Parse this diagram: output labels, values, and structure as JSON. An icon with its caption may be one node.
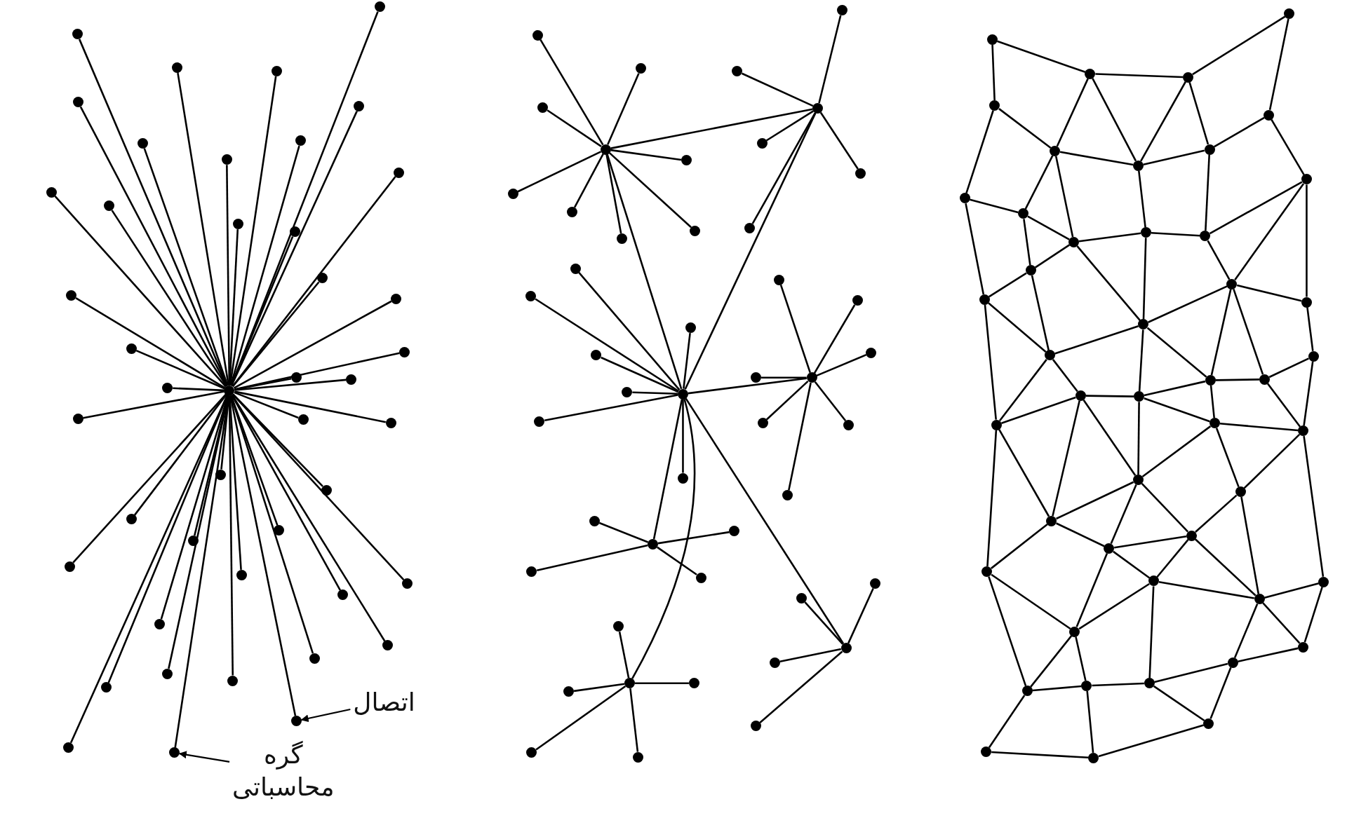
{
  "diagram": {
    "nodes": [
      {
        "text": [],
        "shape": "circle"
      },
      {
        "text": [],
        "shape": "circle"
      },
      {
        "text": [],
        "shape": "circle"
      },
      {
        "text": [],
        "shape": "circle"
      },
      {
        "text": [],
        "shape": "circle"
      },
      {
        "text": [],
        "shape": "circle"
      },
      {
        "text": [],
        "shape": "circle"
      },
      {
        "text": [],
        "shape": "circle"
      },
      {
        "text": [],
        "shape": "circle"
      },
      {
        "text": [],
        "shape": "circle"
      },
      {
        "text": [],
        "shape": "circle"
      },
      {
        "text": [],
        "shape": "circle"
      },
      {
        "text": [],
        "shape": "circle"
      },
      {
        "text": [],
        "shape": "circle"
      },
      {
        "text": [],
        "shape": "circle"
      },
      {
        "text": [],
        "shape": "circle"
      },
      {
        "text": [],
        "shape": "circle"
      },
      {
        "text": [],
        "shape": "circle"
      },
      {
        "text": [],
        "shape": "circle"
      },
      {
        "text": [],
        "shape": "circle"
      },
      {
        "text": [],
        "shape": "circle"
      },
      {
        "text": [],
        "shape": "circle"
      },
      {
        "text": [],
        "shape": "circle"
      },
      {
        "text": [],
        "shape": "circle"
      },
      {
        "text": [],
        "shape": "circle"
      },
      {
        "text": [],
        "shape": "circle"
      },
      {
        "text": [],
        "shape": "circle"
      },
      {
        "text": [],
        "shape": "circle"
      },
      {
        "text": [],
        "shape": "circle"
      },
      {
        "text": [],
        "shape": "circle"
      },
      {
        "text": [],
        "shape": "circle"
      },
      {
        "text": [],
        "shape": "circle"
      },
      {
        "text": [],
        "shape": "circle"
      },
      {
        "text": [],
        "shape": "circle"
      },
      {
        "text": [],
        "shape": "circle"
      },
      {
        "text": [],
        "shape": "circle"
      },
      {
        "text": [],
        "shape": "circle"
      },
      {
        "text": [],
        "shape": "circle"
      },
      {
        "text": [],
        "shape": "circle"
      },
      {
        "text": [],
        "shape": "circle"
      },
      {
        "text": [],
        "shape": "circle"
      },
      {
        "text": [],
        "shape": "circle"
      },
      {
        "text": [],
        "shape": "circle"
      },
      {
        "text": [],
        "shape": "circle"
      },
      {
        "text": [],
        "shape": "circle"
      },
      {
        "text": [],
        "shape": "circle"
      },
      {
        "text": [],
        "shape": "circle"
      },
      {
        "text": [],
        "shape": "circle"
      },
      {
        "text": [],
        "shape": "circle"
      },
      {
        "text": [],
        "shape": "circle"
      },
      {
        "text": [],
        "shape": "circle"
      },
      {
        "text": [],
        "shape": "circle"
      },
      {
        "text": [],
        "shape": "circle"
      },
      {
        "text": [],
        "shape": "circle"
      },
      {
        "text": [],
        "shape": "circle"
      },
      {
        "text": [],
        "shape": "circle"
      },
      {
        "text": [],
        "shape": "circle"
      },
      {
        "text": [],
        "shape": "circle"
      },
      {
        "text": [],
        "shape": "circle"
      },
      {
        "text": [],
        "shape": "circle"
      },
      {
        "text": [],
        "shape": "circle"
      },
      {
        "text": [],
        "shape": "circle"
      },
      {
        "text": [],
        "shape": "circle"
      },
      {
        "text": [],
        "shape": "circle"
      },
      {
        "text": [],
        "shape": "circle"
      },
      {
        "text": [],
        "shape": "circle"
      },
      {
        "text": [],
        "shape": "circle"
      },
      {
        "text": [],
        "shape": "circle"
      },
      {
        "text": [],
        "shape": "circle"
      },
      {
        "text": [],
        "shape": "circle"
      },
      {
        "text": [],
        "shape": "circle"
      },
      {
        "text": [],
        "shape": "circle"
      },
      {
        "text": [],
        "shape": "circle"
      },
      {
        "text": [],
        "shape": "circle"
      },
      {
        "text": [],
        "shape": "circle"
      },
      {
        "text": [],
        "shape": "circle"
      },
      {
        "text": [],
        "shape": "circle"
      },
      {
        "text": [],
        "shape": "circle"
      },
      {
        "text": [],
        "shape": "circle"
      },
      {
        "text": [],
        "shape": "circle"
      },
      {
        "text": [],
        "shape": "circle"
      },
      {
        "text": [],
        "shape": "circle"
      },
      {
        "text": [],
        "shape": "circle"
      },
      {
        "text": [],
        "shape": "circle"
      },
      {
        "text": [],
        "shape": "circle"
      },
      {
        "text": [],
        "shape": "circle"
      },
      {
        "text": [],
        "shape": "circle"
      },
      {
        "text": [],
        "shape": "circle"
      },
      {
        "text": [],
        "shape": "circle"
      },
      {
        "text": [],
        "shape": "circle"
      },
      {
        "text": [],
        "shape": "circle"
      },
      {
        "text": [],
        "shape": "circle"
      },
      {
        "text": [],
        "shape": "circle"
      },
      {
        "text": [],
        "shape": "circle"
      },
      {
        "text": [],
        "shape": "circle"
      },
      {
        "text": [],
        "shape": "circle"
      },
      {
        "text": [],
        "shape": "circle"
      },
      {
        "text": [],
        "shape": "circle"
      },
      {
        "text": [],
        "shape": "circle"
      },
      {
        "text": [],
        "shape": "circle"
      },
      {
        "text": [],
        "shape": "circle"
      },
      {
        "text": [],
        "shape": "circle"
      },
      {
        "text": [],
        "shape": "circle"
      },
      {
        "text": [],
        "shape": "circle"
      },
      {
        "text": [],
        "shape": "circle"
      },
      {
        "text": [],
        "shape": "circle"
      },
      {
        "text": [],
        "shape": "circle"
      },
      {
        "text": [],
        "shape": "circle"
      },
      {
        "text": [],
        "shape": "circle"
      },
      {
        "text": [],
        "shape": "circle"
      },
      {
        "text": [],
        "shape": "circle"
      },
      {
        "text": [],
        "shape": "circle"
      },
      {
        "text": [],
        "shape": "circle"
      },
      {
        "text": [],
        "shape": "circle"
      },
      {
        "text": [],
        "shape": "circle"
      },
      {
        "text": [],
        "shape": "circle"
      },
      {
        "text": [],
        "shape": "circle"
      },
      {
        "text": [],
        "shape": "circle"
      },
      {
        "text": [],
        "shape": "circle"
      },
      {
        "text": [],
        "shape": "circle"
      },
      {
        "text": [],
        "shape": "circle"
      },
      {
        "text": [],
        "shape": "circle"
      },
      {
        "text": [],
        "shape": "circle"
      },
      {
        "text": [],
        "shape": "circle"
      },
      {
        "text": [],
        "shape": "circle"
      },
      {
        "text": [],
        "shape": "circle"
      },
      {
        "text": [],
        "shape": "circle"
      },
      {
        "text": [],
        "shape": "circle"
      },
      {
        "text": [],
        "shape": "circle"
      },
      {
        "text": [],
        "shape": "circle"
      },
      {
        "text": [],
        "shape": "circle"
      },
      {
        "text": [],
        "shape": "circle"
      },
      {
        "text": [],
        "shape": "circle"
      },
      {
        "text": [],
        "shape": "circle"
      },
      {
        "text": [],
        "shape": "circle"
      },
      {
        "text": [],
        "shape": "circle"
      },
      {
        "text": [],
        "shape": "circle"
      },
      {
        "text": [],
        "shape": "circle"
      },
      {
        "text": [
          "اتصال"
        ]
      },
      {
        "text": [
          "گره محاسباتی"
        ]
      }
    ],
    "edges": [
      {
        "from": 0,
        "to": 1,
        "arrow": "none"
      },
      {
        "from": 0,
        "to": 2,
        "arrow": "none"
      },
      {
        "from": 0,
        "to": 3,
        "arrow": "none"
      },
      {
        "from": 0,
        "to": 4,
        "arrow": "none"
      },
      {
        "from": 0,
        "to": 5,
        "arrow": "none"
      },
      {
        "from": 0,
        "to": 6,
        "arrow": "none"
      },
      {
        "from": 0,
        "to": 7,
        "arrow": "none"
      },
      {
        "from": 0,
        "to": 8,
        "arrow": "none"
      },
      {
        "from": 0,
        "to": 9,
        "arrow": "none"
      },
      {
        "from": 0,
        "to": 10,
        "arrow": "none"
      },
      {
        "from": 0,
        "to": 11,
        "arrow": "none"
      },
      {
        "from": 0,
        "to": 12,
        "arrow": "none"
      },
      {
        "from": 0,
        "to": 13,
        "arrow": "none"
      },
      {
        "from": 0,
        "to": 14,
        "arrow": "none"
      },
      {
        "from": 0,
        "to": 15,
        "arrow": "none"
      },
      {
        "from": 0,
        "to": 16,
        "arrow": "none"
      },
      {
        "from": 0,
        "to": 17,
        "arrow": "none"
      },
      {
        "from": 0,
        "to": 18,
        "arrow": "none"
      },
      {
        "from": 0,
        "to": 19,
        "arrow": "none"
      },
      {
        "from": 0,
        "to": 20,
        "arrow": "none"
      },
      {
        "from": 0,
        "to": 21,
        "arrow": "none"
      },
      {
        "from": 0,
        "to": 22,
        "arrow": "none"
      },
      {
        "from": 0,
        "to": 23,
        "arrow": "none"
      },
      {
        "from": 0,
        "to": 24,
        "arrow": "none"
      },
      {
        "from": 0,
        "to": 25,
        "arrow": "none"
      },
      {
        "from": 0,
        "to": 26,
        "arrow": "none"
      },
      {
        "from": 0,
        "to": 27,
        "arrow": "none"
      },
      {
        "from": 0,
        "to": 28,
        "arrow": "none"
      },
      {
        "from": 0,
        "to": 29,
        "arrow": "none"
      },
      {
        "from": 0,
        "to": 30,
        "arrow": "none"
      },
      {
        "from": 0,
        "to": 31,
        "arrow": "none"
      },
      {
        "from": 0,
        "to": 32,
        "arrow": "none"
      },
      {
        "from": 0,
        "to": 33,
        "arrow": "none"
      },
      {
        "from": 0,
        "to": 34,
        "arrow": "none"
      },
      {
        "from": 0,
        "to": 35,
        "arrow": "none"
      },
      {
        "from": 0,
        "to": 36,
        "arrow": "none"
      },
      {
        "from": 0,
        "to": 37,
        "arrow": "none"
      },
      {
        "from": 0,
        "to": 38,
        "arrow": "none"
      },
      {
        "from": 0,
        "to": 39,
        "arrow": "none"
      },
      {
        "from": 0,
        "to": 40,
        "arrow": "none"
      },
      {
        "from": 0,
        "to": 41,
        "arrow": "none"
      },
      {
        "from": 0,
        "to": 42,
        "arrow": "none"
      },
      {
        "from": 0,
        "to": 43,
        "arrow": "none"
      },
      {
        "from": 44,
        "to": 45,
        "arrow": "none"
      },
      {
        "from": 44,
        "to": 46,
        "arrow": "none"
      },
      {
        "from": 45,
        "to": 46,
        "arrow": "none"
      },
      {
        "from": 46,
        "to": 47,
        "arrow": "none"
      },
      {
        "from": 46,
        "to": 48,
        "arrow": "none"
      },
      {
        "from": 46,
        "to": 49,
        "arrow": "none"
      },
      {
        "from": 46,
        "to": 50,
        "arrow": "none"
      },
      {
        "from": 44,
        "to": 51,
        "arrow": "none"
      },
      {
        "from": 44,
        "to": 52,
        "arrow": "none"
      },
      {
        "from": 44,
        "to": 53,
        "arrow": "none"
      },
      {
        "from": 44,
        "to": 54,
        "arrow": "none"
      },
      {
        "from": 44,
        "to": 55,
        "arrow": "none"
      },
      {
        "from": 44,
        "to": 56,
        "arrow": "none"
      },
      {
        "from": 44,
        "to": 57,
        "arrow": "none"
      },
      {
        "from": 44,
        "to": 58,
        "arrow": "none"
      },
      {
        "from": 45,
        "to": 59,
        "arrow": "none"
      },
      {
        "from": 45,
        "to": 60,
        "arrow": "none"
      },
      {
        "from": 45,
        "to": 61,
        "arrow": "none"
      },
      {
        "from": 45,
        "to": 62,
        "arrow": "none"
      },
      {
        "from": 45,
        "to": 63,
        "arrow": "none"
      },
      {
        "from": 46,
        "to": 64,
        "arrow": "none"
      },
      {
        "from": 46,
        "to": 65,
        "arrow": "none"
      },
      {
        "from": 46,
        "to": 66,
        "arrow": "none"
      },
      {
        "from": 46,
        "to": 67,
        "arrow": "none"
      },
      {
        "from": 46,
        "to": 68,
        "arrow": "none"
      },
      {
        "from": 46,
        "to": 69,
        "arrow": "none"
      },
      {
        "from": 46,
        "to": 70,
        "arrow": "none"
      },
      {
        "from": 47,
        "to": 71,
        "arrow": "none"
      },
      {
        "from": 47,
        "to": 72,
        "arrow": "none"
      },
      {
        "from": 47,
        "to": 73,
        "arrow": "none"
      },
      {
        "from": 47,
        "to": 74,
        "arrow": "none"
      },
      {
        "from": 47,
        "to": 75,
        "arrow": "none"
      },
      {
        "from": 47,
        "to": 76,
        "arrow": "none"
      },
      {
        "from": 47,
        "to": 77,
        "arrow": "none"
      },
      {
        "from": 48,
        "to": 78,
        "arrow": "none"
      },
      {
        "from": 48,
        "to": 79,
        "arrow": "none"
      },
      {
        "from": 48,
        "to": 80,
        "arrow": "none"
      },
      {
        "from": 48,
        "to": 81,
        "arrow": "none"
      },
      {
        "from": 49,
        "to": 82,
        "arrow": "none"
      },
      {
        "from": 49,
        "to": 83,
        "arrow": "none"
      },
      {
        "from": 49,
        "to": 84,
        "arrow": "none"
      },
      {
        "from": 49,
        "to": 85,
        "arrow": "none"
      },
      {
        "from": 49,
        "to": 86,
        "arrow": "none"
      },
      {
        "from": 50,
        "to": 87,
        "arrow": "none"
      },
      {
        "from": 50,
        "to": 88,
        "arrow": "none"
      },
      {
        "from": 50,
        "to": 89,
        "arrow": "none"
      },
      {
        "from": 50,
        "to": 90,
        "arrow": "none"
      },
      {
        "from": 91,
        "to": 92,
        "arrow": "none"
      },
      {
        "from": 91,
        "to": 95,
        "arrow": "none"
      },
      {
        "from": 92,
        "to": 93,
        "arrow": "none"
      },
      {
        "from": 93,
        "to": 94,
        "arrow": "none"
      },
      {
        "from": 94,
        "to": 96,
        "arrow": "none"
      },
      {
        "from": 92,
        "to": 97,
        "arrow": "none"
      },
      {
        "from": 92,
        "to": 98,
        "arrow": "none"
      },
      {
        "from": 93,
        "to": 98,
        "arrow": "none"
      },
      {
        "from": 93,
        "to": 99,
        "arrow": "none"
      },
      {
        "from": 95,
        "to": 97,
        "arrow": "none"
      },
      {
        "from": 95,
        "to": 101,
        "arrow": "none"
      },
      {
        "from": 96,
        "to": 99,
        "arrow": "none"
      },
      {
        "from": 96,
        "to": 100,
        "arrow": "none"
      },
      {
        "from": 97,
        "to": 98,
        "arrow": "none"
      },
      {
        "from": 98,
        "to": 99,
        "arrow": "none"
      },
      {
        "from": 97,
        "to": 102,
        "arrow": "none"
      },
      {
        "from": 97,
        "to": 103,
        "arrow": "none"
      },
      {
        "from": 98,
        "to": 104,
        "arrow": "none"
      },
      {
        "from": 99,
        "to": 105,
        "arrow": "none"
      },
      {
        "from": 104,
        "to": 105,
        "arrow": "none"
      },
      {
        "from": 103,
        "to": 104,
        "arrow": "none"
      },
      {
        "from": 105,
        "to": 100,
        "arrow": "none"
      },
      {
        "from": 100,
        "to": 107,
        "arrow": "none"
      },
      {
        "from": 100,
        "to": 108,
        "arrow": "none"
      },
      {
        "from": 101,
        "to": 102,
        "arrow": "none"
      },
      {
        "from": 101,
        "to": 109,
        "arrow": "none"
      },
      {
        "from": 102,
        "to": 103,
        "arrow": "none"
      },
      {
        "from": 102,
        "to": 106,
        "arrow": "none"
      },
      {
        "from": 103,
        "to": 106,
        "arrow": "none"
      },
      {
        "from": 103,
        "to": 110,
        "arrow": "none"
      },
      {
        "from": 104,
        "to": 110,
        "arrow": "none"
      },
      {
        "from": 105,
        "to": 107,
        "arrow": "none"
      },
      {
        "from": 106,
        "to": 109,
        "arrow": "none"
      },
      {
        "from": 106,
        "to": 111,
        "arrow": "none"
      },
      {
        "from": 107,
        "to": 110,
        "arrow": "none"
      },
      {
        "from": 107,
        "to": 108,
        "arrow": "none"
      },
      {
        "from": 107,
        "to": 115,
        "arrow": "none"
      },
      {
        "from": 107,
        "to": 116,
        "arrow": "none"
      },
      {
        "from": 108,
        "to": 112,
        "arrow": "none"
      },
      {
        "from": 109,
        "to": 111,
        "arrow": "none"
      },
      {
        "from": 109,
        "to": 117,
        "arrow": "none"
      },
      {
        "from": 110,
        "to": 111,
        "arrow": "none"
      },
      {
        "from": 110,
        "to": 114,
        "arrow": "none"
      },
      {
        "from": 110,
        "to": 115,
        "arrow": "none"
      },
      {
        "from": 111,
        "to": 113,
        "arrow": "none"
      },
      {
        "from": 111,
        "to": 117,
        "arrow": "none"
      },
      {
        "from": 113,
        "to": 114,
        "arrow": "none"
      },
      {
        "from": 113,
        "to": 117,
        "arrow": "none"
      },
      {
        "from": 114,
        "to": 115,
        "arrow": "none"
      },
      {
        "from": 114,
        "to": 120,
        "arrow": "none"
      },
      {
        "from": 115,
        "to": 116,
        "arrow": "none"
      },
      {
        "from": 112,
        "to": 116,
        "arrow": "none"
      },
      {
        "from": 112,
        "to": 119,
        "arrow": "none"
      },
      {
        "from": 115,
        "to": 118,
        "arrow": "none"
      },
      {
        "from": 116,
        "to": 119,
        "arrow": "none"
      },
      {
        "from": 114,
        "to": 118,
        "arrow": "none"
      },
      {
        "from": 118,
        "to": 119,
        "arrow": "none"
      },
      {
        "from": 118,
        "to": 120,
        "arrow": "none"
      },
      {
        "from": 118,
        "to": 121,
        "arrow": "none"
      },
      {
        "from": 119,
        "to": 121,
        "arrow": "none"
      },
      {
        "from": 119,
        "to": 128,
        "arrow": "none"
      },
      {
        "from": 113,
        "to": 122,
        "arrow": "none"
      },
      {
        "from": 113,
        "to": 120,
        "arrow": "none"
      },
      {
        "from": 117,
        "to": 122,
        "arrow": "none"
      },
      {
        "from": 117,
        "to": 125,
        "arrow": "none"
      },
      {
        "from": 120,
        "to": 122,
        "arrow": "none"
      },
      {
        "from": 120,
        "to": 123,
        "arrow": "none"
      },
      {
        "from": 120,
        "to": 124,
        "arrow": "none"
      },
      {
        "from": 121,
        "to": 123,
        "arrow": "none"
      },
      {
        "from": 121,
        "to": 127,
        "arrow": "none"
      },
      {
        "from": 122,
        "to": 124,
        "arrow": "none"
      },
      {
        "from": 122,
        "to": 125,
        "arrow": "none"
      },
      {
        "from": 123,
        "to": 124,
        "arrow": "none"
      },
      {
        "from": 123,
        "to": 126,
        "arrow": "none"
      },
      {
        "from": 123,
        "to": 127,
        "arrow": "none"
      },
      {
        "from": 124,
        "to": 126,
        "arrow": "none"
      },
      {
        "from": 124,
        "to": 129,
        "arrow": "none"
      },
      {
        "from": 126,
        "to": 129,
        "arrow": "none"
      },
      {
        "from": 126,
        "to": 127,
        "arrow": "none"
      },
      {
        "from": 126,
        "to": 134,
        "arrow": "none"
      },
      {
        "from": 127,
        "to": 128,
        "arrow": "none"
      },
      {
        "from": 127,
        "to": 130,
        "arrow": "none"
      },
      {
        "from": 127,
        "to": 131,
        "arrow": "none"
      },
      {
        "from": 128,
        "to": 130,
        "arrow": "none"
      },
      {
        "from": 125,
        "to": 129,
        "arrow": "none"
      },
      {
        "from": 125,
        "to": 132,
        "arrow": "none"
      },
      {
        "from": 129,
        "to": 132,
        "arrow": "none"
      },
      {
        "from": 129,
        "to": 133,
        "arrow": "none"
      },
      {
        "from": 132,
        "to": 133,
        "arrow": "none"
      },
      {
        "from": 133,
        "to": 134,
        "arrow": "none"
      },
      {
        "from": 132,
        "to": 136,
        "arrow": "none"
      },
      {
        "from": 133,
        "to": 137,
        "arrow": "none"
      },
      {
        "from": 134,
        "to": 131,
        "arrow": "none"
      },
      {
        "from": 134,
        "to": 135,
        "arrow": "none"
      },
      {
        "from": 131,
        "to": 135,
        "arrow": "none"
      },
      {
        "from": 131,
        "to": 130,
        "arrow": "none"
      },
      {
        "from": 136,
        "to": 137,
        "arrow": "none"
      },
      {
        "from": 137,
        "to": 135,
        "arrow": "none"
      },
      {
        "from": 138,
        "to": 41,
        "arrow": "to"
      },
      {
        "from": 139,
        "to": 43,
        "arrow": "to"
      }
    ]
  }
}
